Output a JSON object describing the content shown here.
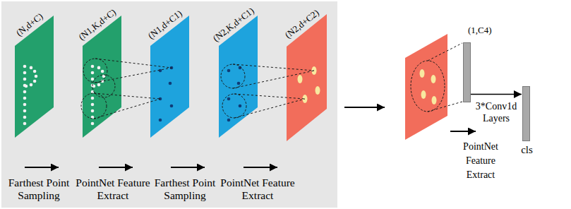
{
  "diagram": {
    "nodes": [
      {
        "text": [
          "(N,d+C)"
        ]
      },
      {
        "text": [
          "(N1,K,d+C)"
        ]
      },
      {
        "text": [
          "(N1,d+C1)"
        ]
      },
      {
        "text": [
          "(N2,K,d+C1)"
        ]
      },
      {
        "text": [
          "(N2,d+C2)"
        ]
      },
      {
        "text": [
          "(1,C4)"
        ]
      },
      {
        "text": [
          "cls"
        ]
      }
    ],
    "edges": [
      {
        "from": 5,
        "to": 6,
        "arrow": "to",
        "label": "3*Conv1d Layers"
      }
    ],
    "labels": [
      "Farthest Point Sampling",
      "PointNet Feature Extract",
      "Farthest Point Sampling",
      "PointNet Feature Extract",
      "PointNet Feature Extract"
    ]
  }
}
